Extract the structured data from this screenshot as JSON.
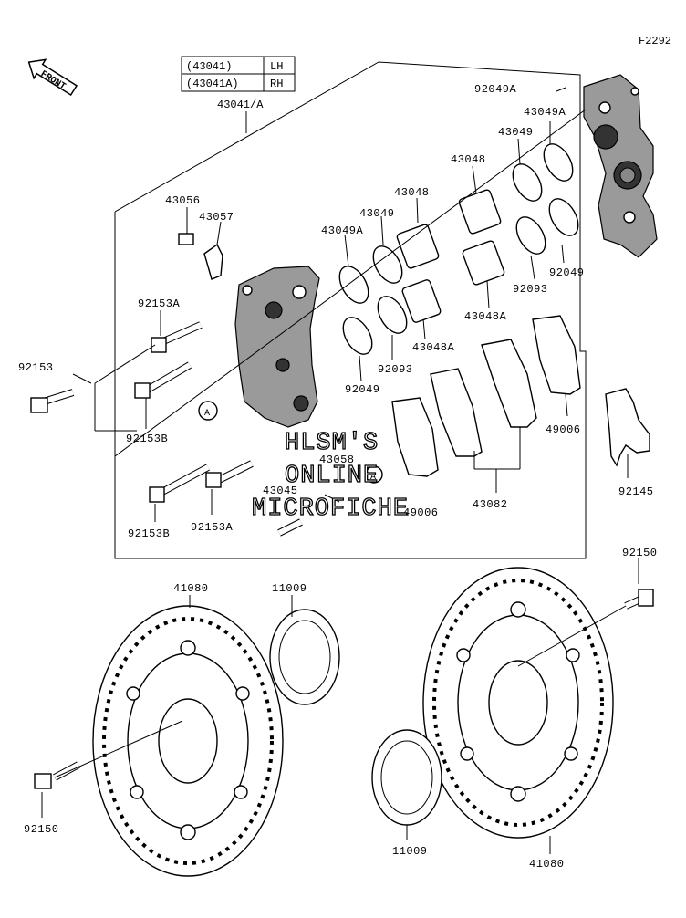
{
  "diagram_id": "F2292",
  "front_label": "FRONT",
  "table": {
    "rows": [
      {
        "part": "(43041)",
        "side": "LH"
      },
      {
        "part": "(43041A)",
        "side": "RH"
      }
    ]
  },
  "assembly_label": "43041/A",
  "parts": {
    "p92049A": "92049A",
    "p43049A_r": "43049A",
    "p43049_r": "43049",
    "p43048_r": "43048",
    "p43048_l": "43048",
    "p43049_l": "43049",
    "p43049A_l": "43049A",
    "p43056": "43056",
    "p43057": "43057",
    "p92153A_t": "92153A",
    "p92153": "92153",
    "p92153B_t": "92153B",
    "p92049_r": "92049",
    "p92093_r": "92093",
    "p43048A_r": "43048A",
    "p43048A_l": "43048A",
    "p92093_l": "92093",
    "p92049_l": "92049",
    "p49006_r": "49006",
    "p49006_l": "49006",
    "p43058": "43058",
    "p43045": "43045",
    "p43082": "43082",
    "p92145": "92145",
    "p92153B_b": "92153B",
    "p92153A_b": "92153A",
    "p41080_l": "41080",
    "p11009_l": "11009",
    "p92150_r": "92150",
    "p92150_l": "92150",
    "p11009_r": "11009",
    "p41080_r": "41080",
    "ref_A_1": "A",
    "ref_A_2": "A"
  },
  "watermark": {
    "line1": "HLSM'S",
    "line2": "ONLINE",
    "line3": "MICROFICHE"
  }
}
